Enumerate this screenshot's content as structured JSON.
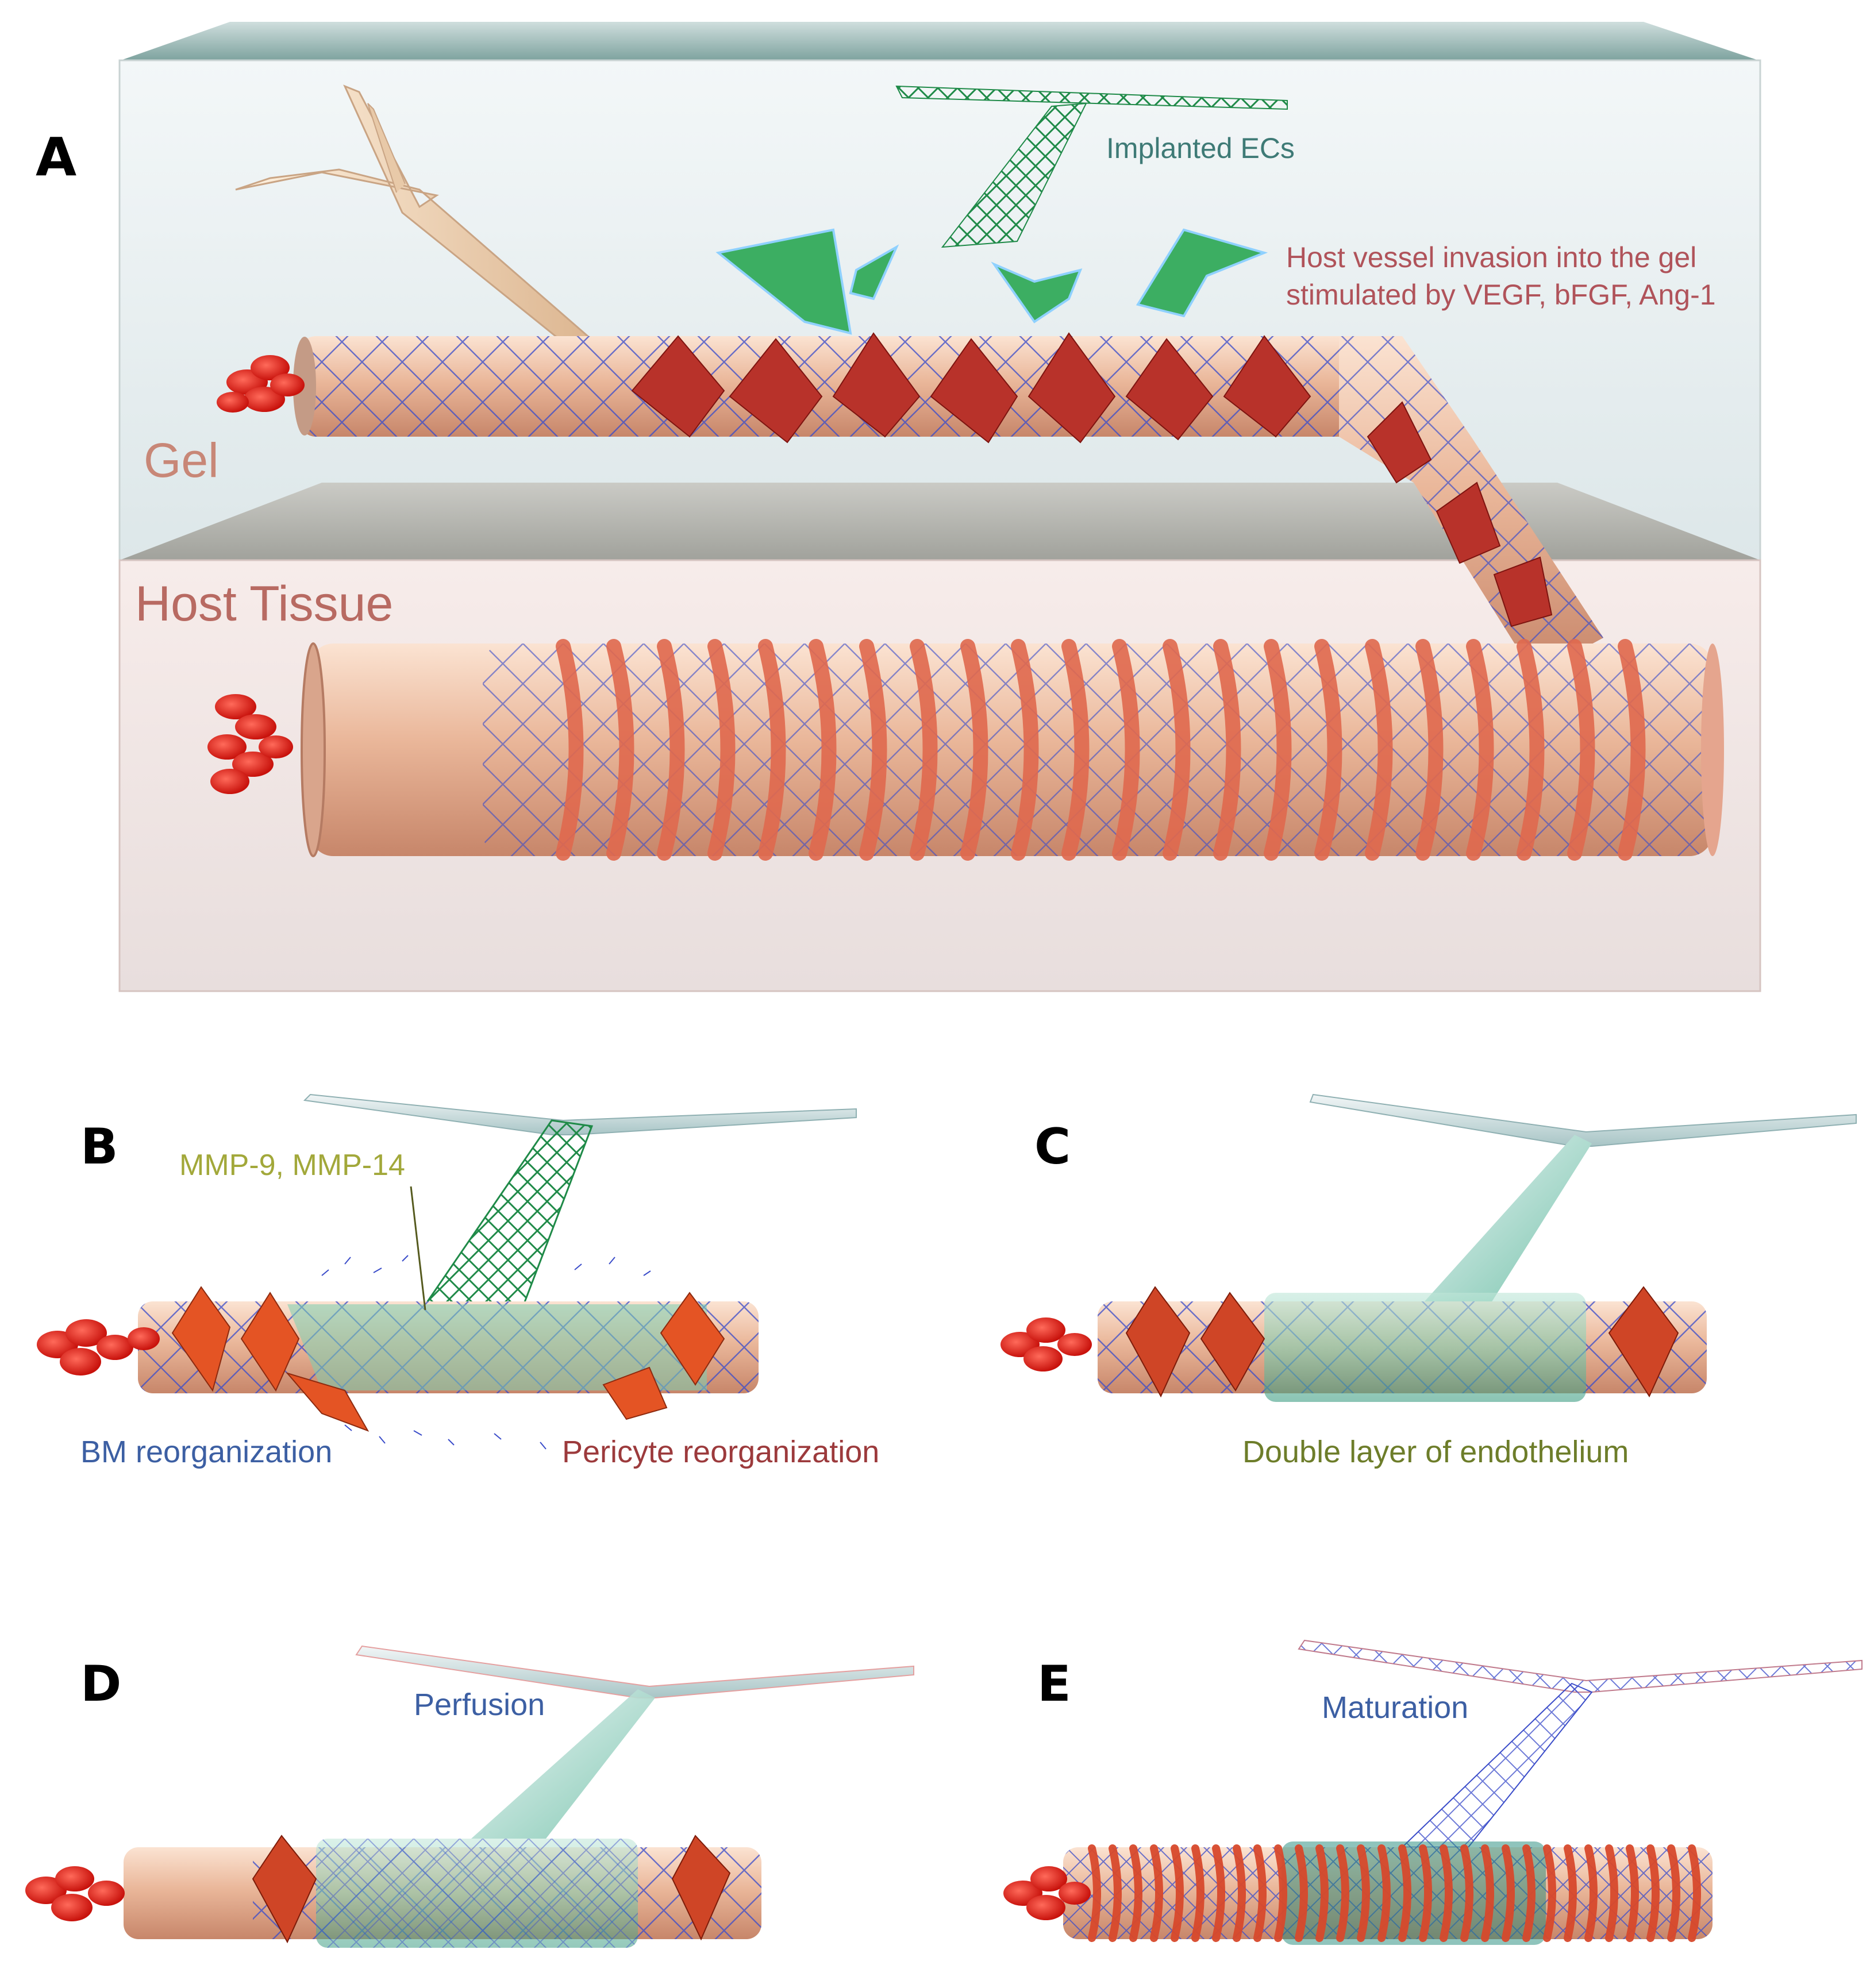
{
  "panels": {
    "a": {
      "letter": "A",
      "gel_label": "Gel",
      "host_label": "Host Tissue",
      "implanted_label": "Implanted ECs",
      "invasion_line1": "Host vessel invasion into the gel",
      "invasion_line2": "stimulated by VEGF, bFGF, Ang-1"
    },
    "b": {
      "letter": "B",
      "mmp_label": "MMP-9, MMP-14",
      "bm_label": "BM reorganization",
      "pericyte_label": "Pericyte reorganization"
    },
    "c": {
      "letter": "C",
      "endothelium_label": "Double layer of endothelium"
    },
    "d": {
      "letter": "D",
      "perfusion_label": "Perfusion"
    },
    "e": {
      "letter": "E",
      "maturation_label": "Maturation"
    }
  },
  "colors": {
    "gel_box": "#e6eff0",
    "host_box": "#f3e4e1",
    "vessel": "#e9b89c",
    "pericyte": "#b8322a",
    "red_cells": "#e2231a",
    "implanted_ec": "#2f9c57",
    "bm_mesh": "#3a4cc9",
    "label_teal": "#3e7a76",
    "label_rose": "#b0535a",
    "label_olive": "#a2a83a",
    "label_blue": "#3c5fa3",
    "label_olive_dark": "#6d7d2a"
  }
}
